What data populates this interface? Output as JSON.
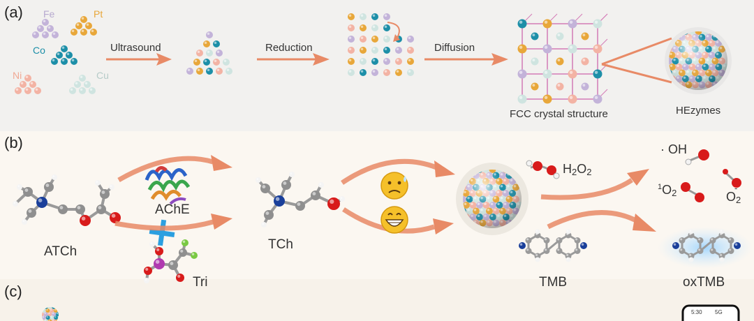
{
  "panels": {
    "a": "(a)",
    "b": "(b)",
    "c": "(c)"
  },
  "elements": {
    "fe": {
      "label": "Fe",
      "color": "#c3b3d9"
    },
    "pt": {
      "label": "Pt",
      "color": "#e8a73a"
    },
    "co": {
      "label": "Co",
      "color": "#1d8fa8"
    },
    "ni": {
      "label": "Ni",
      "color": "#f3b3a4"
    },
    "cu": {
      "label": "Cu",
      "color": "#cfe4e0"
    }
  },
  "panel_a": {
    "steps": [
      "Ultrasound",
      "Reduction",
      "Diffusion"
    ],
    "crystal_label": "FCC crystal structure",
    "particle_label": "HEzymes"
  },
  "panel_b": {
    "atch": "ATCh",
    "ache": "AChE",
    "tri": "Tri",
    "tch": "TCh",
    "h2o2": {
      "base": "H",
      "s1": "2",
      "mid": "O",
      "s2": "2"
    },
    "oh": "· OH",
    "singlet_o2": {
      "sup": "1",
      "base": "O",
      "sub": "2"
    },
    "superoxide": {
      "base": "O",
      "sub": "2",
      "sup": "-"
    },
    "tmb": "TMB",
    "oxtmb": "oxTMB"
  },
  "phone_status": {
    "time": "5:30",
    "net": "5G"
  },
  "colors": {
    "arrow": "#e88a66",
    "block": "#2b9fe0",
    "oxygen": "#d81b1b",
    "carbon": "#8a8a8a",
    "nitrogen": "#1a3f9a",
    "phosphorus": "#b03ab0",
    "fluorine": "#7ac943"
  }
}
